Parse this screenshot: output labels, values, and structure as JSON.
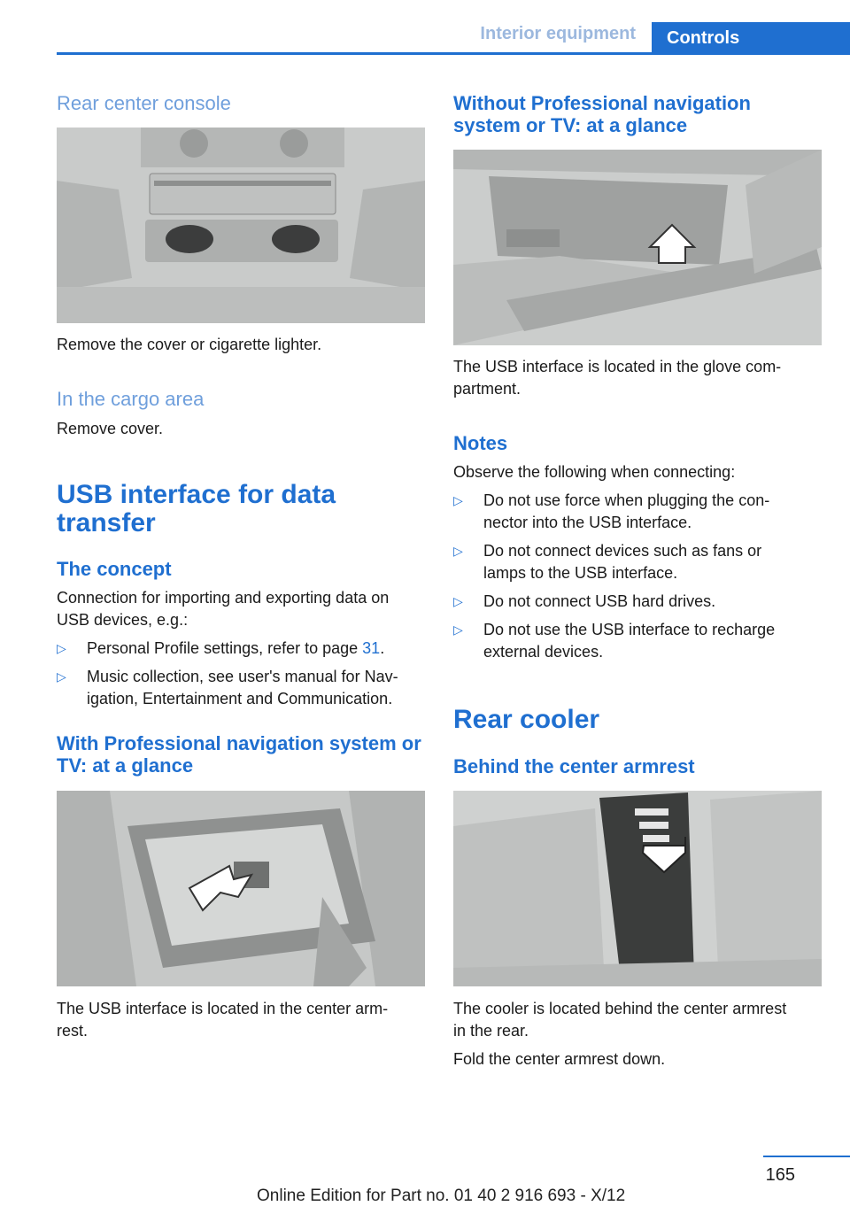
{
  "header": {
    "section": "Interior equipment",
    "tab": "Controls"
  },
  "left": {
    "rear_console_title": "Rear center console",
    "rear_console_text": "Remove the cover or cigarette lighter.",
    "cargo_title": "In the cargo area",
    "cargo_text": "Remove cover.",
    "usb_title_line1": "USB interface for data",
    "usb_title_line2": "transfer",
    "concept_title": "The concept",
    "concept_text_line1": "Connection for importing and exporting data on",
    "concept_text_line2": "USB devices, e.g.:",
    "bullet1_text": "Personal Profile settings, refer to page ",
    "bullet1_link": "31",
    "bullet1_tail": ".",
    "bullet2_line1": "Music collection, see user's manual for Nav-",
    "bullet2_line2": "igation, Entertainment and Communication.",
    "pro_title_line1": "With Professional navigation system or",
    "pro_title_line2": "TV: at a glance",
    "pro_text_line1": "The USB interface is located in the center arm-",
    "pro_text_line2": "rest."
  },
  "right": {
    "without_title_line1": "Without Professional navigation",
    "without_title_line2": "system or TV: at a glance",
    "without_text_line1": "The USB interface is located in the glove com-",
    "without_text_line2": "partment.",
    "notes_title": "Notes",
    "notes_intro": "Observe the following when connecting:",
    "notes": [
      {
        "l1": "Do not use force when plugging the con-",
        "l2": "nector into the USB interface."
      },
      {
        "l1": "Do not connect devices such as fans or",
        "l2": "lamps to the USB interface."
      },
      {
        "l1": "Do not connect USB hard drives.",
        "l2": ""
      },
      {
        "l1": "Do not use the USB interface to recharge",
        "l2": "external devices."
      }
    ],
    "cooler_title": "Rear cooler",
    "armrest_title": "Behind the center armrest",
    "cooler_text_line1": "The cooler is located behind the center armrest",
    "cooler_text_line2": "in the rear.",
    "fold_text": "Fold the center armrest down."
  },
  "footer": {
    "page": "165",
    "edition": "Online Edition for Part no. 01 40 2 916 693 - X/12"
  },
  "icons": {
    "bullet": "▷"
  },
  "colors": {
    "accent": "#1f6fd0",
    "figure_bg": "#d2d4d3"
  }
}
